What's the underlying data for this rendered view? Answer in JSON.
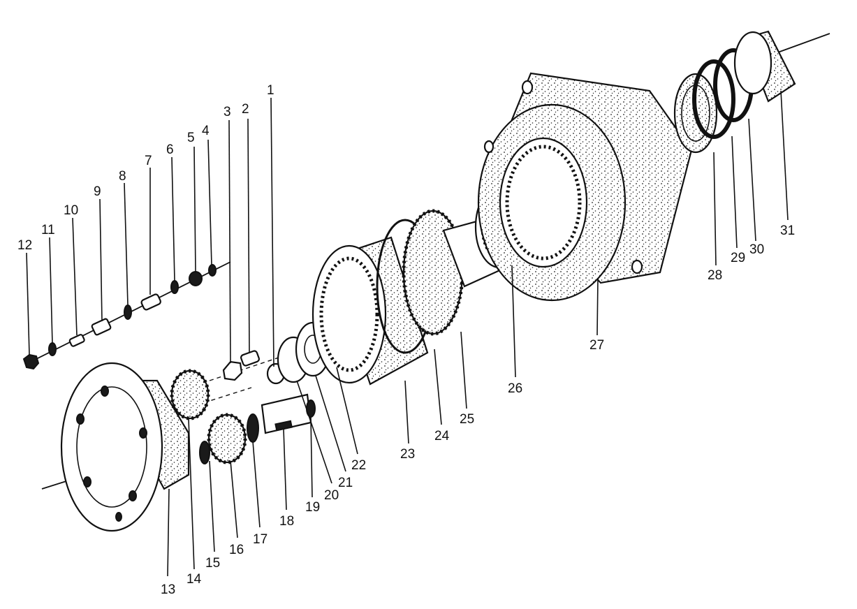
{
  "diagram": {
    "style": "exploded-view line drawing (black on white)",
    "part_labels": [
      "1",
      "2",
      "3",
      "4",
      "5",
      "6",
      "7",
      "8",
      "9",
      "10",
      "11",
      "12",
      "13",
      "14",
      "15",
      "16",
      "17",
      "18",
      "19",
      "20",
      "21",
      "22",
      "23",
      "24",
      "25",
      "26",
      "27",
      "28",
      "29",
      "30",
      "31"
    ]
  },
  "colors": {
    "ink": "#111111",
    "paper": "#ffffff"
  }
}
